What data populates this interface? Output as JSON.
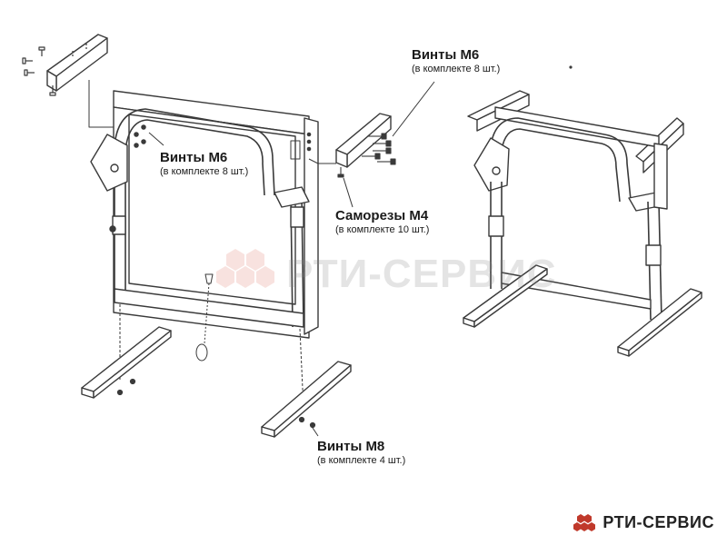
{
  "callouts": [
    {
      "title": "Винты М6",
      "subtitle": "(в комплекте 8 шт.)"
    },
    {
      "title": "Винты М6",
      "subtitle": "(в комплекте 8 шт.)"
    },
    {
      "title": "Саморезы М4",
      "subtitle": "(в комплекте 10 шт.)"
    },
    {
      "title": "Винты М8",
      "subtitle": "(в комплекте 4 шт.)"
    }
  ],
  "watermark": {
    "text": "РТИ-СЕРВИС"
  },
  "brand": {
    "text": "РТИ-СЕРВИС",
    "logo_color": "#c0392b"
  },
  "colors": {
    "line": "#3a3a3a",
    "fill": "#ffffff",
    "watermark_logo": "#e08070"
  }
}
